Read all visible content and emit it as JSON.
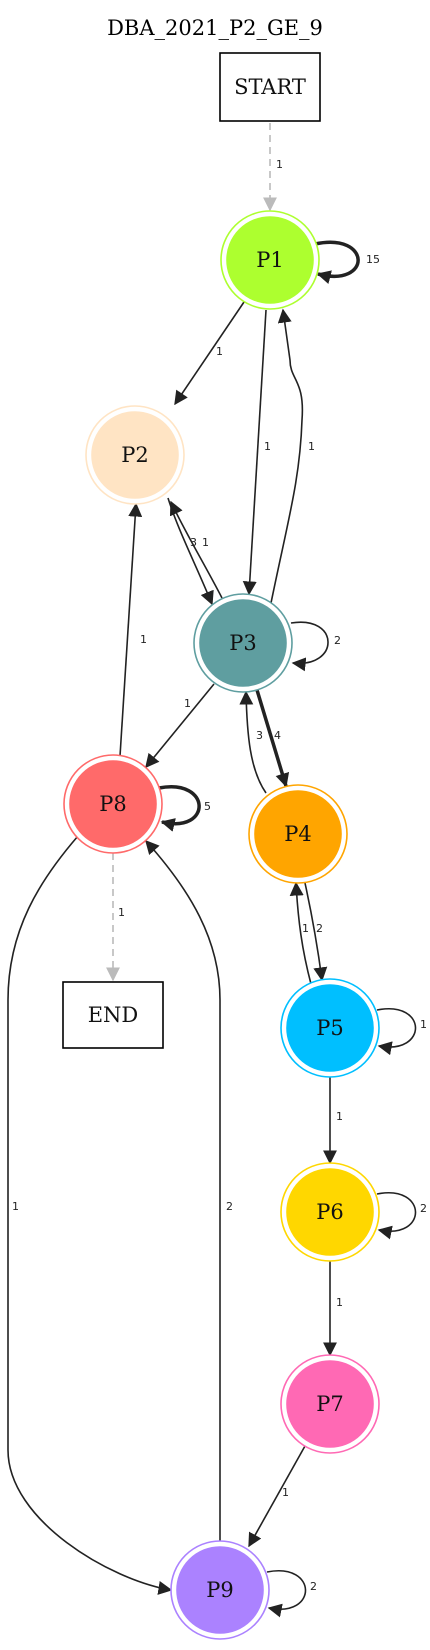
{
  "title": "DBA_2021_P2_GE_9",
  "start_label": "START",
  "end_label": "END",
  "nodes": [
    {
      "id": "P1",
      "label": "P1",
      "color": "#adff2f"
    },
    {
      "id": "P2",
      "label": "P2",
      "color": "#ffe4c4"
    },
    {
      "id": "P3",
      "label": "P3",
      "color": "#5f9ea0"
    },
    {
      "id": "P4",
      "label": "P4",
      "color": "#ffa500"
    },
    {
      "id": "P5",
      "label": "P5",
      "color": "#00bfff"
    },
    {
      "id": "P6",
      "label": "P6",
      "color": "#ffd700"
    },
    {
      "id": "P7",
      "label": "P7",
      "color": "#ff69b4"
    },
    {
      "id": "P8",
      "label": "P8",
      "color": "#ff6a6a"
    },
    {
      "id": "P9",
      "label": "P9",
      "color": "#ab82ff"
    }
  ],
  "edges": [
    {
      "from": "START",
      "to": "P1",
      "label": "1",
      "style": "dashed"
    },
    {
      "from": "P1",
      "to": "P1",
      "label": "15",
      "style": "bold"
    },
    {
      "from": "P1",
      "to": "P2",
      "label": "1",
      "style": "solid"
    },
    {
      "from": "P1",
      "to": "P3",
      "label": "1",
      "style": "solid"
    },
    {
      "from": "P3",
      "to": "P1",
      "label": "1",
      "style": "solid"
    },
    {
      "from": "P2",
      "to": "P3",
      "label": "3",
      "style": "solid"
    },
    {
      "from": "P3",
      "to": "P2",
      "label": "1",
      "style": "solid"
    },
    {
      "from": "P3",
      "to": "P3",
      "label": "2",
      "style": "solid"
    },
    {
      "from": "P3",
      "to": "P8",
      "label": "1",
      "style": "solid"
    },
    {
      "from": "P8",
      "to": "P2",
      "label": "1",
      "style": "solid"
    },
    {
      "from": "P4",
      "to": "P3",
      "label": "3",
      "style": "solid"
    },
    {
      "from": "P3",
      "to": "P4",
      "label": "4",
      "style": "bold"
    },
    {
      "from": "P8",
      "to": "P8",
      "label": "5",
      "style": "bold"
    },
    {
      "from": "P5",
      "to": "P4",
      "label": "1",
      "style": "solid"
    },
    {
      "from": "P4",
      "to": "P5",
      "label": "2",
      "style": "solid"
    },
    {
      "from": "P8",
      "to": "END",
      "label": "1",
      "style": "dashed"
    },
    {
      "from": "P5",
      "to": "P5",
      "label": "1",
      "style": "solid"
    },
    {
      "from": "P5",
      "to": "P6",
      "label": "1",
      "style": "solid"
    },
    {
      "from": "P6",
      "to": "P6",
      "label": "2",
      "style": "solid"
    },
    {
      "from": "P6",
      "to": "P7",
      "label": "1",
      "style": "solid"
    },
    {
      "from": "P7",
      "to": "P9",
      "label": "1",
      "style": "solid"
    },
    {
      "from": "P8",
      "to": "P9",
      "label": "1",
      "style": "solid"
    },
    {
      "from": "P9",
      "to": "P8",
      "label": "2",
      "style": "solid"
    },
    {
      "from": "P9",
      "to": "P9",
      "label": "2",
      "style": "solid"
    }
  ]
}
